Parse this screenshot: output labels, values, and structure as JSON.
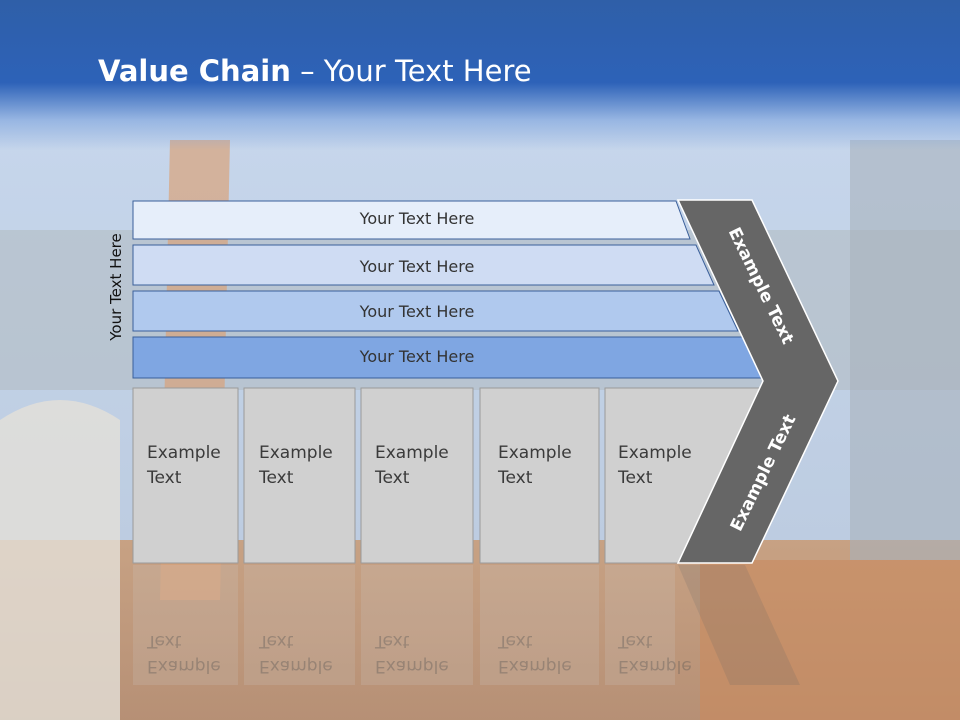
{
  "slide": {
    "title_bold": "Value Chain",
    "title_rest": " – Your Text Here",
    "side_label": "Your Text Here",
    "rows": [
      {
        "label": "Your Text Here",
        "color": "#e6eefa"
      },
      {
        "label": "Your Text Here",
        "color": "#cfdcf3"
      },
      {
        "label": "Your Text Here",
        "color": "#b0c9ee"
      },
      {
        "label": "Your Text Here",
        "color": "#7fa6e2"
      }
    ],
    "boxes": [
      {
        "line1": "Example",
        "line2": "Text"
      },
      {
        "line1": "Example",
        "line2": "Text"
      },
      {
        "line1": "Example",
        "line2": "Text"
      },
      {
        "line1": "Example",
        "line2": "Text"
      },
      {
        "line1": "Example",
        "line2": "Text"
      }
    ],
    "chevron_upper": "Example Text",
    "chevron_lower": "Example Text",
    "colors": {
      "header": "#2d62b8",
      "row_border": "#3a5f9a",
      "box_fill": "#d0d0d0",
      "chevron_fill": "#666666"
    }
  }
}
